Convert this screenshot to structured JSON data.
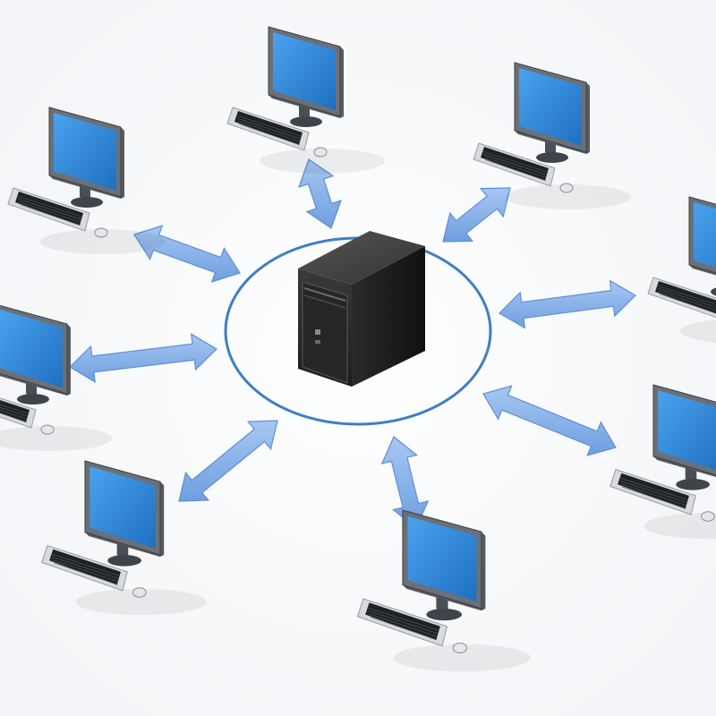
{
  "diagram": {
    "type": "client-server star network",
    "hub": {
      "kind": "server-tower",
      "icon": "server-tower-icon"
    },
    "nodes": [
      {
        "id": "top",
        "kind": "client-workstation",
        "icon": "desktop-computer-icon"
      },
      {
        "id": "top-right",
        "kind": "client-workstation",
        "icon": "desktop-computer-icon"
      },
      {
        "id": "right",
        "kind": "client-workstation",
        "icon": "desktop-computer-icon"
      },
      {
        "id": "bottom-right",
        "kind": "client-workstation",
        "icon": "desktop-computer-icon"
      },
      {
        "id": "bottom",
        "kind": "client-workstation",
        "icon": "desktop-computer-icon"
      },
      {
        "id": "bottom-left",
        "kind": "client-workstation",
        "icon": "desktop-computer-icon"
      },
      {
        "id": "left",
        "kind": "client-workstation",
        "icon": "desktop-computer-icon"
      },
      {
        "id": "top-left",
        "kind": "client-workstation",
        "icon": "desktop-computer-icon"
      }
    ],
    "connections": "bidirectional-arrow",
    "colors": {
      "arrow": "#8db4ea",
      "arrow_edge": "#5f8ed6",
      "ring": "#3f7fc2",
      "screen": "#2f86d8",
      "monitor_frame": "#555a61",
      "server": "#2b2b2b"
    }
  }
}
